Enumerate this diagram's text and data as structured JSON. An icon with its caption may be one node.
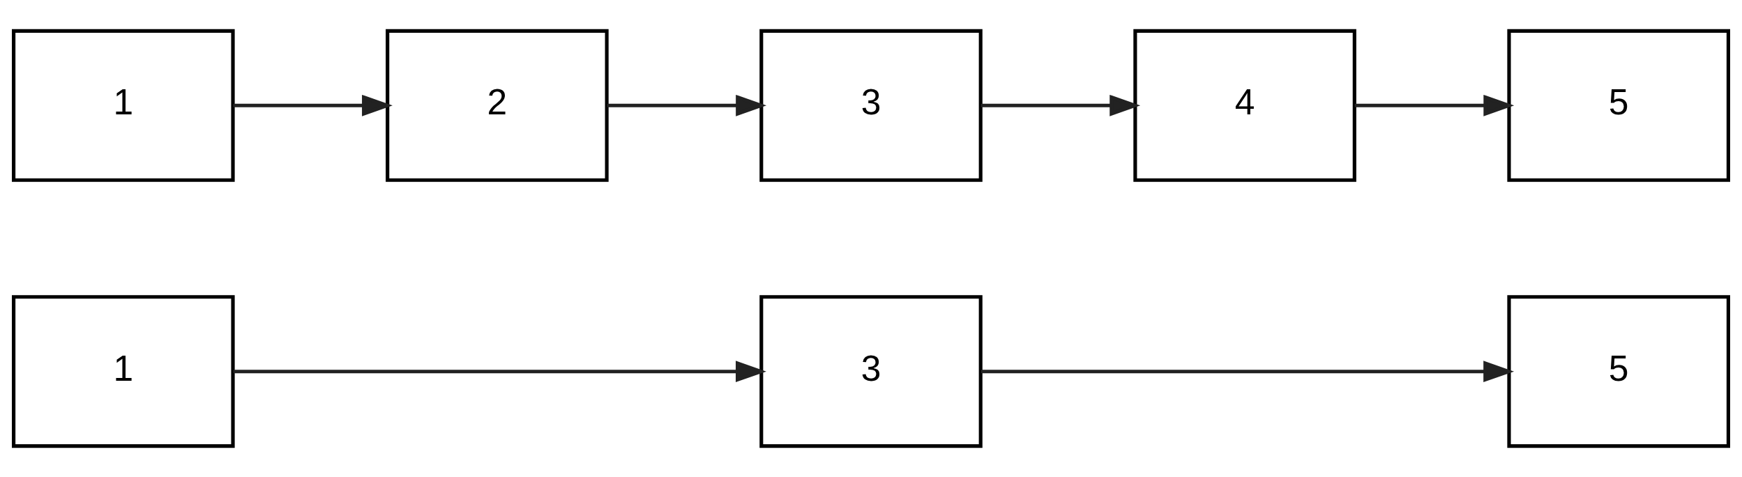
{
  "diagram": {
    "nodes": [
      {
        "text": [
          "1"
        ]
      },
      {
        "text": [
          "3"
        ]
      },
      {
        "text": [
          "5"
        ]
      },
      {
        "text": [
          "1"
        ]
      },
      {
        "text": [
          "2"
        ]
      },
      {
        "text": [
          "3"
        ]
      },
      {
        "text": [
          "4"
        ]
      },
      {
        "text": [
          "5"
        ]
      }
    ],
    "edges": [
      {
        "from": 0,
        "to": 1,
        "arrow": "to"
      },
      {
        "from": 1,
        "to": 2,
        "arrow": "to"
      },
      {
        "from": 3,
        "to": 4,
        "arrow": "to"
      },
      {
        "from": 4,
        "to": 5,
        "arrow": "to"
      },
      {
        "from": 5,
        "to": 6,
        "arrow": "to"
      },
      {
        "from": 6,
        "to": 7,
        "arrow": "to"
      }
    ]
  }
}
